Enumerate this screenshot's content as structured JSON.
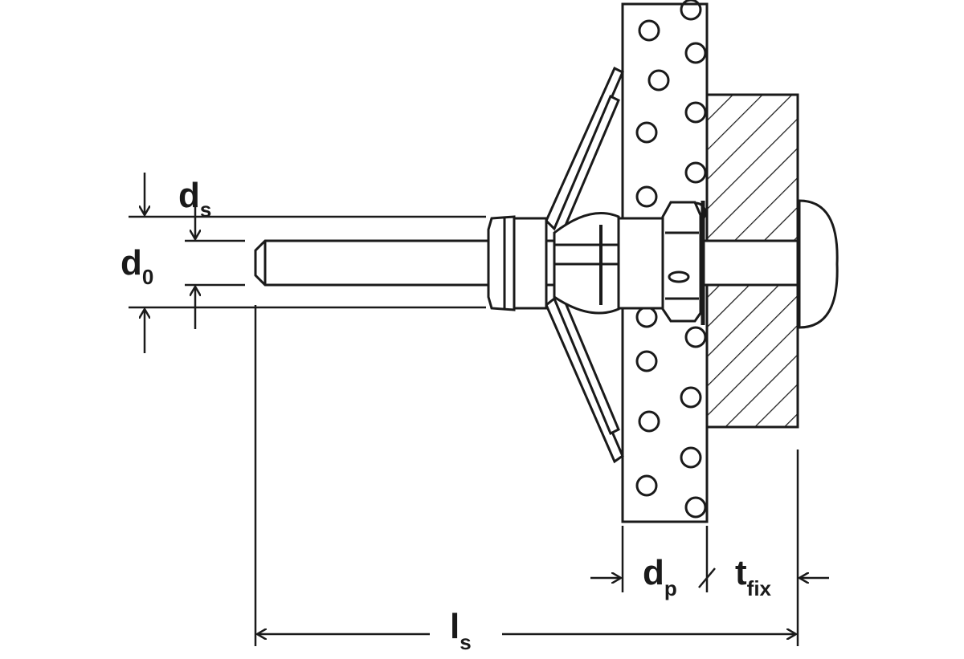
{
  "title": "Hollow wall anchor installation dimensions",
  "colors": {
    "line": "#1a1a1a",
    "background": "#ffffff"
  },
  "labels": {
    "ds": {
      "base": "d",
      "sub": "s"
    },
    "d0": {
      "base": "d",
      "sub": "0"
    },
    "dp": {
      "base": "d",
      "sub": "p"
    },
    "tfix": {
      "base": "t",
      "sub": "fix"
    },
    "ls": {
      "base": "l",
      "sub": "s"
    }
  }
}
